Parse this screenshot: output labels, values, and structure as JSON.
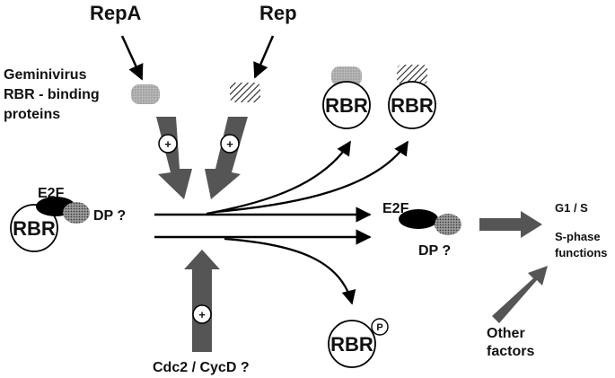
{
  "labels": {
    "repa": "RepA",
    "rep": "Rep",
    "gemini_line1": "Geminivirus",
    "gemini_line2": "RBR - binding",
    "gemini_line3": "proteins",
    "e2f_left": "E2F",
    "rbr_left": "RBR",
    "dp_left": "DP ?",
    "rbr_top1": "RBR",
    "rbr_top2": "RBR",
    "e2f_right": "E2F",
    "dp_right": "DP ?",
    "rbr_p": "RBR",
    "p_mark": "P",
    "g1s": "G1 / S",
    "sphase_line1": "S-phase",
    "sphase_line2": "functions",
    "other_line1": "Other",
    "other_line2": "factors",
    "cdc2": "Cdc2 / CycD ?",
    "plus": "+"
  }
}
